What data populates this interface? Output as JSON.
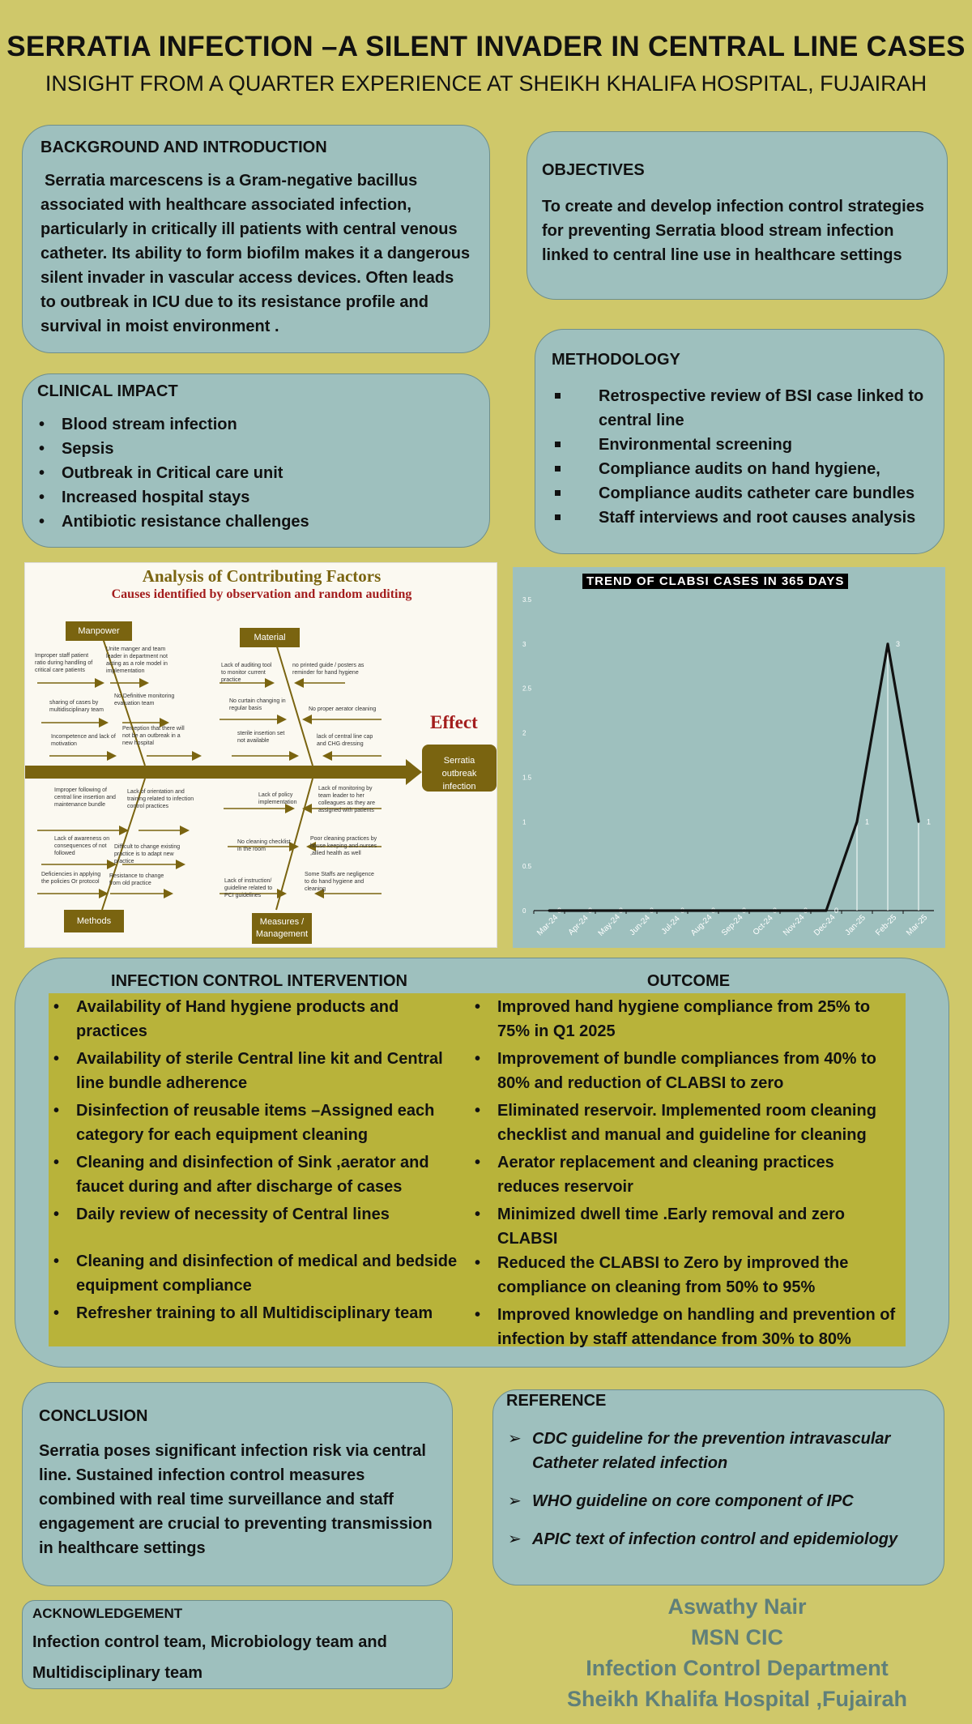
{
  "header": {
    "title": "SERRATIA INFECTION –A SILENT INVADER IN CENTRAL LINE CASES",
    "subtitle": "INSIGHT FROM A QUARTER EXPERIENCE AT SHEIKH KHALIFA HOSPITAL, FUJAIRAH"
  },
  "background": {
    "heading": "BACKGROUND AND INTRODUCTION",
    "text": "Serratia marcescens is a Gram-negative bacillus associated with healthcare associated infection, particularly in critically ill patients with central venous catheter. Its ability to form biofilm makes it a dangerous silent invader in vascular access devices. Often leads to outbreak in ICU due to its resistance profile and survival in moist environment ."
  },
  "objectives": {
    "heading": "OBJECTIVES",
    "text": "To create and develop infection control strategies for preventing Serratia blood stream infection linked to central line use in healthcare settings"
  },
  "clinical_impact": {
    "heading": "CLINICAL IMPACT",
    "items": [
      "Blood stream infection",
      "Sepsis",
      "Outbreak in Critical care unit",
      "Increased hospital  stays",
      "Antibiotic resistance challenges"
    ]
  },
  "methodology": {
    "heading": "METHODOLOGY",
    "items": [
      "Retrospective review of BSI case linked to central line",
      "Environmental screening",
      "Compliance audits on hand hygiene,",
      " Compliance audits catheter care bundles",
      "Staff interviews and root causes analysis"
    ]
  },
  "fishbone": {
    "title": "Analysis of Contributing Factors",
    "subtitle": "Causes identified by observation and random auditing",
    "categories": {
      "manpower": "Manpower",
      "material": "Material",
      "methods": "Methods",
      "measures": "Measures / Management"
    },
    "effect_label": "Effect",
    "effect_box": "Serratia outbreak infection",
    "causes": {
      "m1": "Improper staff patient ratio during handling of critical care patients",
      "m2": "Unite manger and team leader in department not acting as a role model in implementation",
      "m3": "sharing of cases by multidisciplinary team",
      "m4": "No Definitive monitoring evaluation team",
      "m5": "Incompetence and lack of motivation",
      "m6": "Perception that there will not be an outbreak in a new hospital",
      "t1": "Lack of auditing tool to monitor current practice",
      "t2": "no printed guide / posters as reminder for hand hygiene",
      "t3": "No curtain changing in regular basis",
      "t4": "No proper aerator cleaning",
      "t5": "sterile insertion set not available",
      "t6": "lack of central line cap and CHG dressing",
      "d1": "Improper following of central line insertion and maintenance bundle",
      "d2": "Lack of orientation and training related to infection control practices",
      "d3": "Lack of awareness on consequences of not followed",
      "d4": "Difficult to change existing practice is to adapt new practice",
      "d5": "Deficiencies in applying the policies Or protocol",
      "d6": "Resistance to change from old practice",
      "s1": "Lack of policy implementation",
      "s2": "Lack of monitoring by team leader to her colleagues as they are assigned with patients",
      "s3": "No cleaning checklist in the room",
      "s4": "Poor cleaning practices by house keeping and nurses ,allied health as well",
      "s5": "Lack of instruction/ guideline related to PCI guidelines",
      "s6": "Some Staffs are negligence to do hand hygiene and cleaning"
    }
  },
  "chart_data": {
    "type": "line",
    "title": "TREND OF CLABSI CASES IN 365 DAYS",
    "categories": [
      "Mar-24",
      "Apr-24",
      "May-24",
      "Jun-24",
      "Jul-24",
      "Aug-24",
      "Sep-24",
      "Oct-24",
      "Nov-24",
      "Dec-24",
      "Jan-25",
      "Feb-25",
      "Mar-25"
    ],
    "values": [
      0,
      0,
      0,
      0,
      0,
      0,
      0,
      0,
      0,
      0,
      1,
      3,
      1
    ],
    "data_labels": [
      "0",
      "0",
      "0",
      "0",
      "0",
      "0",
      "0",
      "0",
      "0",
      "0",
      "1",
      "3",
      "1"
    ],
    "yticks": [
      "0",
      "0.5",
      "1",
      "1.5",
      "2",
      "2.5",
      "3",
      "3.5"
    ],
    "ylim": [
      0,
      3.5
    ],
    "grid": false,
    "colors": {
      "background": "#9ec0be",
      "line": "#111111"
    }
  },
  "intervention": {
    "heading": "INFECTION CONTROL INTERVENTION",
    "items": [
      "Availability of Hand hygiene products and practices",
      "Availability of sterile Central line kit and Central line bundle adherence",
      "Disinfection of reusable items –Assigned each category for each equipment cleaning",
      "Cleaning and disinfection of Sink ,aerator and faucet during and after discharge of cases",
      "Daily review of necessity of Central lines",
      "Cleaning and disinfection of medical and bedside equipment compliance",
      "Refresher training to all Multidisciplinary team"
    ]
  },
  "outcome": {
    "heading": "OUTCOME",
    "items": [
      "Improved hand hygiene compliance from 25% to 75% in Q1 2025",
      "Improvement of bundle compliances from 40% to 80% and reduction of CLABSI to zero",
      "Eliminated reservoir. Implemented room cleaning checklist and manual and guideline for cleaning",
      "Aerator replacement and cleaning practices reduces reservoir",
      "Minimized dwell time .Early removal and zero CLABSI",
      "Reduced the CLABSI to Zero  by improved the compliance on cleaning from 50% to 95%",
      "Improved knowledge on handling and prevention of infection by staff attendance from 30% to 80%"
    ]
  },
  "conclusion": {
    "heading": "CONCLUSION",
    "text": "Serratia poses significant infection risk via central line. Sustained infection control measures combined with real time surveillance and staff engagement are crucial to preventing transmission in healthcare settings"
  },
  "reference": {
    "heading": "REFERENCE",
    "items": [
      "CDC guideline for the prevention intravascular Catheter related infection",
      "WHO guideline on core component of IPC",
      "APIC text of infection control and epidemiology"
    ]
  },
  "acknowledgement": {
    "heading": "ACKNOWLEDGEMENT",
    "text": "Infection control team, Microbiology team and Multidisciplinary team"
  },
  "author": {
    "name": "Aswathy Nair",
    "credentials": "MSN CIC",
    "department": "Infection Control Department",
    "hospital": "Sheikh Khalifa Hospital ,Fujairah"
  },
  "colors": {
    "page_bg": "#cfc86a",
    "panel_bg": "#9ec0be",
    "olive_panel": "#b8b33a",
    "fishbone_brown": "#7a6410",
    "effect_red": "#a31d1d",
    "credit_text": "#5f7f7a"
  }
}
